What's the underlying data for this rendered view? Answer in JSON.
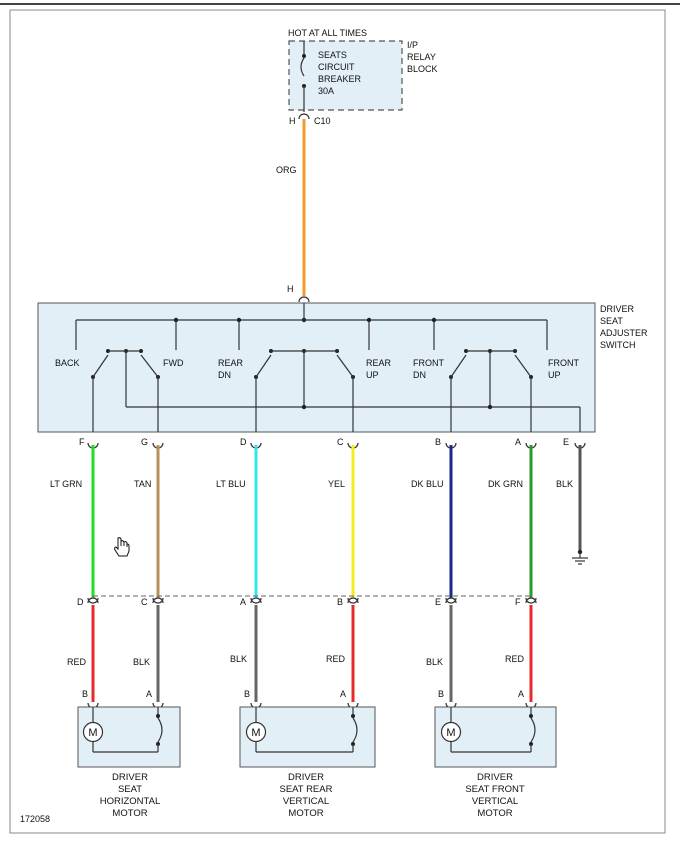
{
  "source_label": "HOT AT ALL TIMES",
  "relay_block": {
    "breaker_lines": [
      "SEATS",
      "CIRCUIT",
      "BREAKER",
      "30A"
    ],
    "block_lines": [
      "I/P",
      "RELAY",
      "BLOCK"
    ],
    "pin": "H",
    "connector": "C10"
  },
  "feed_wire": {
    "label": "ORG",
    "color": "#f39a2e"
  },
  "switch": {
    "name_lines": [
      "DRIVER",
      "SEAT",
      "ADJUSTER",
      "SWITCH"
    ],
    "input_pin": "H",
    "positions": [
      {
        "lines": [
          "BACK"
        ]
      },
      {
        "lines": [
          "FWD"
        ]
      },
      {
        "lines": [
          "REAR",
          "DN"
        ]
      },
      {
        "lines": [
          "REAR",
          "UP"
        ]
      },
      {
        "lines": [
          "FRONT",
          "DN"
        ]
      },
      {
        "lines": [
          "FRONT",
          "UP"
        ]
      }
    ],
    "out_pins": [
      "F",
      "G",
      "D",
      "C",
      "B",
      "A",
      "E"
    ]
  },
  "harness_wires": [
    {
      "label": "LT GRN",
      "color": "#22dd22"
    },
    {
      "label": "TAN",
      "color": "#b8915a"
    },
    {
      "label": "LT BLU",
      "color": "#30e4f0"
    },
    {
      "label": "YEL",
      "color": "#f5ee1c"
    },
    {
      "label": "DK BLU",
      "color": "#1a2a8c"
    },
    {
      "label": "DK GRN",
      "color": "#2a9a2a"
    },
    {
      "label": "BLK",
      "color": "#555555"
    }
  ],
  "connector_pins": [
    "D",
    "C",
    "A",
    "B",
    "E",
    "F"
  ],
  "motor_wires": [
    {
      "label": "RED",
      "color": "#e8292b"
    },
    {
      "label": "BLK",
      "color": "#666666"
    },
    {
      "label": "BLK",
      "color": "#666666"
    },
    {
      "label": "RED",
      "color": "#e8292b"
    },
    {
      "label": "BLK",
      "color": "#666666"
    },
    {
      "label": "RED",
      "color": "#e8292b"
    }
  ],
  "motor_pins": [
    "B",
    "A",
    "B",
    "A",
    "B",
    "A"
  ],
  "motors": [
    {
      "symbol": "M",
      "lines": [
        "DRIVER",
        "SEAT",
        "HORIZONTAL",
        "MOTOR"
      ]
    },
    {
      "symbol": "M",
      "lines": [
        "DRIVER",
        "SEAT REAR",
        "VERTICAL",
        "MOTOR"
      ]
    },
    {
      "symbol": "M",
      "lines": [
        "DRIVER",
        "SEAT FRONT",
        "VERTICAL",
        "MOTOR"
      ]
    }
  ],
  "figure_number": "172058"
}
